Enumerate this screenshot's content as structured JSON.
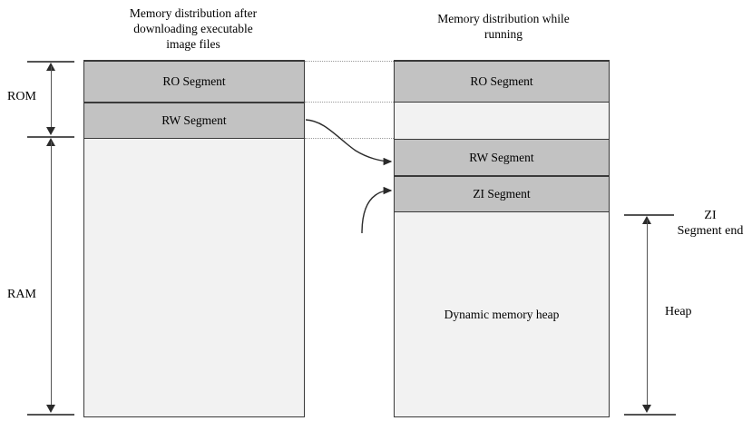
{
  "figure": {
    "titles": {
      "left": "Memory distribution after downloading executable image files",
      "left_lines": [
        "Memory distribution after",
        "downloading executable",
        "image files"
      ],
      "right": "Memory distribution while running",
      "right_lines": [
        "Memory distribution while",
        "running"
      ]
    },
    "colors": {
      "segment_fill": "#c2c2c2",
      "empty_fill": "#f2f2f2",
      "outline": "#3a3a3a",
      "guide": "#9a9a9a",
      "arrow": "#2b2b2b",
      "background": "#ffffff"
    },
    "left_column": {
      "name": "load-view",
      "segments": [
        {
          "id": "ro",
          "label": "RO Segment",
          "filled": true
        },
        {
          "id": "rw",
          "label": "RW Segment",
          "filled": true
        },
        {
          "id": "free",
          "label": "",
          "filled": false
        }
      ]
    },
    "right_column": {
      "name": "runtime-view",
      "segments": [
        {
          "id": "ro",
          "label": "RO Segment",
          "filled": true
        },
        {
          "id": "gap",
          "label": "",
          "filled": false
        },
        {
          "id": "rw",
          "label": "RW Segment",
          "filled": true
        },
        {
          "id": "zi",
          "label": "ZI Segment",
          "filled": true
        },
        {
          "id": "heap",
          "label": "Dynamic memory heap",
          "filled": false
        }
      ]
    },
    "left_ruler": {
      "rom_label": "ROM",
      "ram_label": "RAM"
    },
    "right_ruler": {
      "zi_end_label": "ZI Segment end",
      "zi_end_lines": [
        "ZI",
        "Segment end"
      ],
      "heap_label": "Heap"
    }
  }
}
